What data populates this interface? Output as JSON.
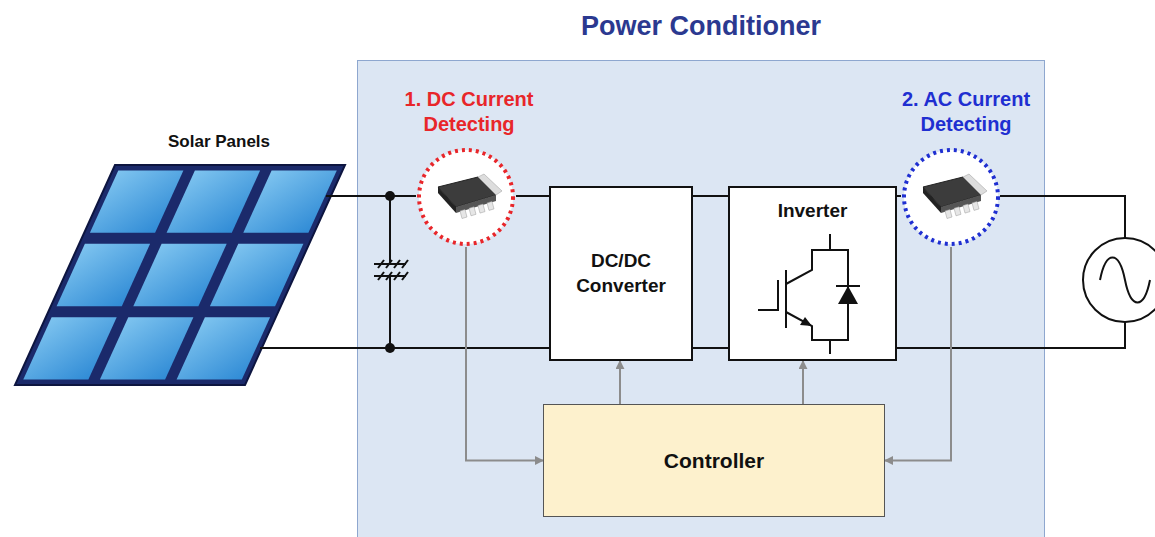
{
  "diagram": {
    "nodes": [
      {
        "text": [
          "Power Conditioner"
        ]
      },
      {
        "text": [
          "Solar Panels"
        ]
      },
      {
        "text": [
          "1. DC Current Detecting"
        ],
        "in": 0
      },
      {
        "text": [
          "DC/DC Converter"
        ],
        "in": 0
      },
      {
        "text": [
          "Inverter"
        ],
        "in": 0
      },
      {
        "text": [
          "2. AC Current Detecting"
        ],
        "in": 0
      },
      {
        "text": [
          "Controller"
        ],
        "in": 0
      }
    ],
    "edges": [
      {
        "from": 1,
        "to": 2,
        "arrow": "none"
      },
      {
        "from": 2,
        "to": 3,
        "arrow": "none"
      },
      {
        "from": 3,
        "to": 4,
        "arrow": "none"
      },
      {
        "from": 4,
        "to": 5,
        "arrow": "none"
      },
      {
        "from": 1,
        "to": 3,
        "arrow": "none"
      },
      {
        "from": 3,
        "to": 4,
        "arrow": "none"
      },
      {
        "from": 2,
        "to": 6,
        "arrow": "to"
      },
      {
        "from": 6,
        "to": 3,
        "arrow": "to"
      },
      {
        "from": 6,
        "to": 4,
        "arrow": "to"
      },
      {
        "from": 5,
        "to": 6,
        "arrow": "to"
      }
    ]
  }
}
